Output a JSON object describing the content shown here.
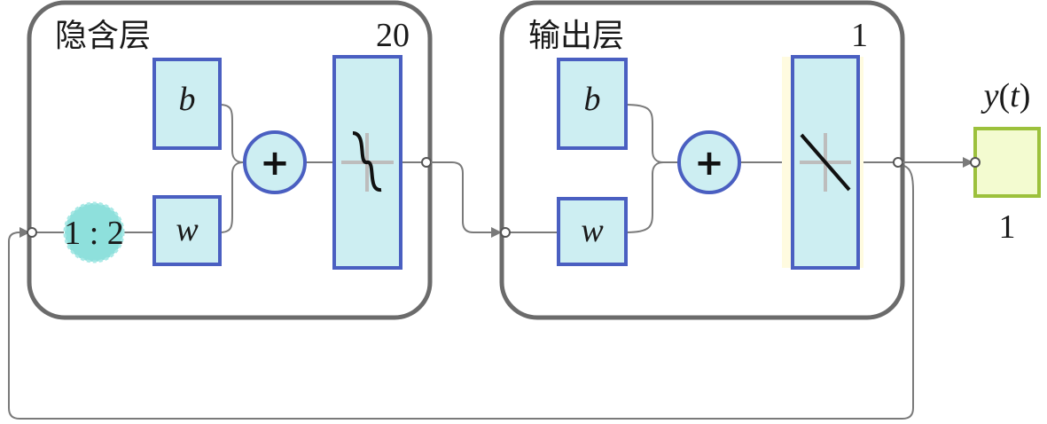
{
  "hidden_layer": {
    "title": "隐含层",
    "size": "20",
    "bias_label": "b",
    "weight_label": "w",
    "delay_label": "1 : 2",
    "sum_symbol": "+",
    "transfer_icon": "tansig-icon"
  },
  "output_layer": {
    "title": "输出层",
    "size": "1",
    "bias_label": "b",
    "weight_label": "w",
    "sum_symbol": "+",
    "transfer_icon": "purelin-icon"
  },
  "output": {
    "label_var": "y",
    "label_open": "(",
    "label_arg": "t",
    "label_close": ")",
    "size": "1"
  },
  "colors": {
    "box_fill": "#cdeef2",
    "box_stroke": "#4a5fc1",
    "layer_stroke": "#6b6b6b",
    "output_fill": "#f3fbd0",
    "output_stroke": "#9cc13c",
    "delay_fill": "#8ee0dc"
  }
}
